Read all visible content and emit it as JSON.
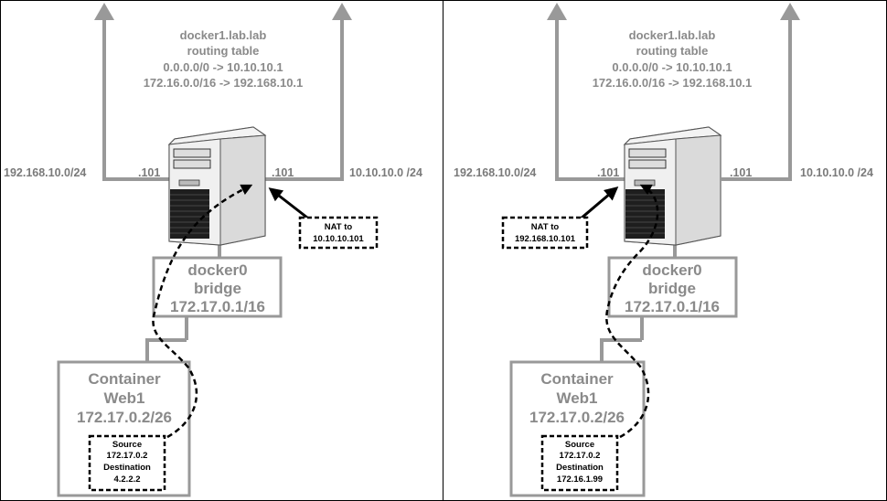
{
  "panels": [
    {
      "routing": {
        "host": "docker1.lab.lab",
        "title": "routing table",
        "route1": "0.0.0.0/0 -> 10.10.10.1",
        "route2": "172.16.0.0/16 -> 192.168.10.1"
      },
      "left_network": "192.168.10.0/24",
      "left_ip": ".101",
      "right_ip": ".101",
      "right_network": "10.10.10.0 /24",
      "nat": {
        "line1": "NAT to",
        "line2": "10.10.10.101"
      },
      "bridge": {
        "name": "docker0",
        "type": "bridge",
        "ip": "172.17.0.1/16"
      },
      "container": {
        "label": "Container",
        "name": "Web1",
        "ip": "172.17.0.2/26"
      },
      "packet": {
        "source_label": "Source",
        "source": "172.17.0.2",
        "dest_label": "Destination",
        "dest": "4.2.2.2"
      }
    },
    {
      "routing": {
        "host": "docker1.lab.lab",
        "title": "routing table",
        "route1": "0.0.0.0/0 -> 10.10.10.1",
        "route2": "172.16.0.0/16 -> 192.168.10.1"
      },
      "left_network": "192.168.10.0/24",
      "left_ip": ".101",
      "right_ip": ".101",
      "right_network": "10.10.10.0 /24",
      "nat": {
        "line1": "NAT to",
        "line2": "192.168.10.101"
      },
      "bridge": {
        "name": "docker0",
        "type": "bridge",
        "ip": "172.17.0.1/16"
      },
      "container": {
        "label": "Container",
        "name": "Web1",
        "ip": "172.17.0.2/26"
      },
      "packet": {
        "source_label": "Source",
        "source": "172.17.0.2",
        "dest_label": "Destination",
        "dest": "172.16.1.99"
      }
    }
  ],
  "colors": {
    "line": "#999999",
    "text_gray": "#8a8a8a",
    "black": "#000000"
  },
  "icons": [
    "server-tower-icon",
    "up-arrow-icon",
    "dashed-path"
  ]
}
